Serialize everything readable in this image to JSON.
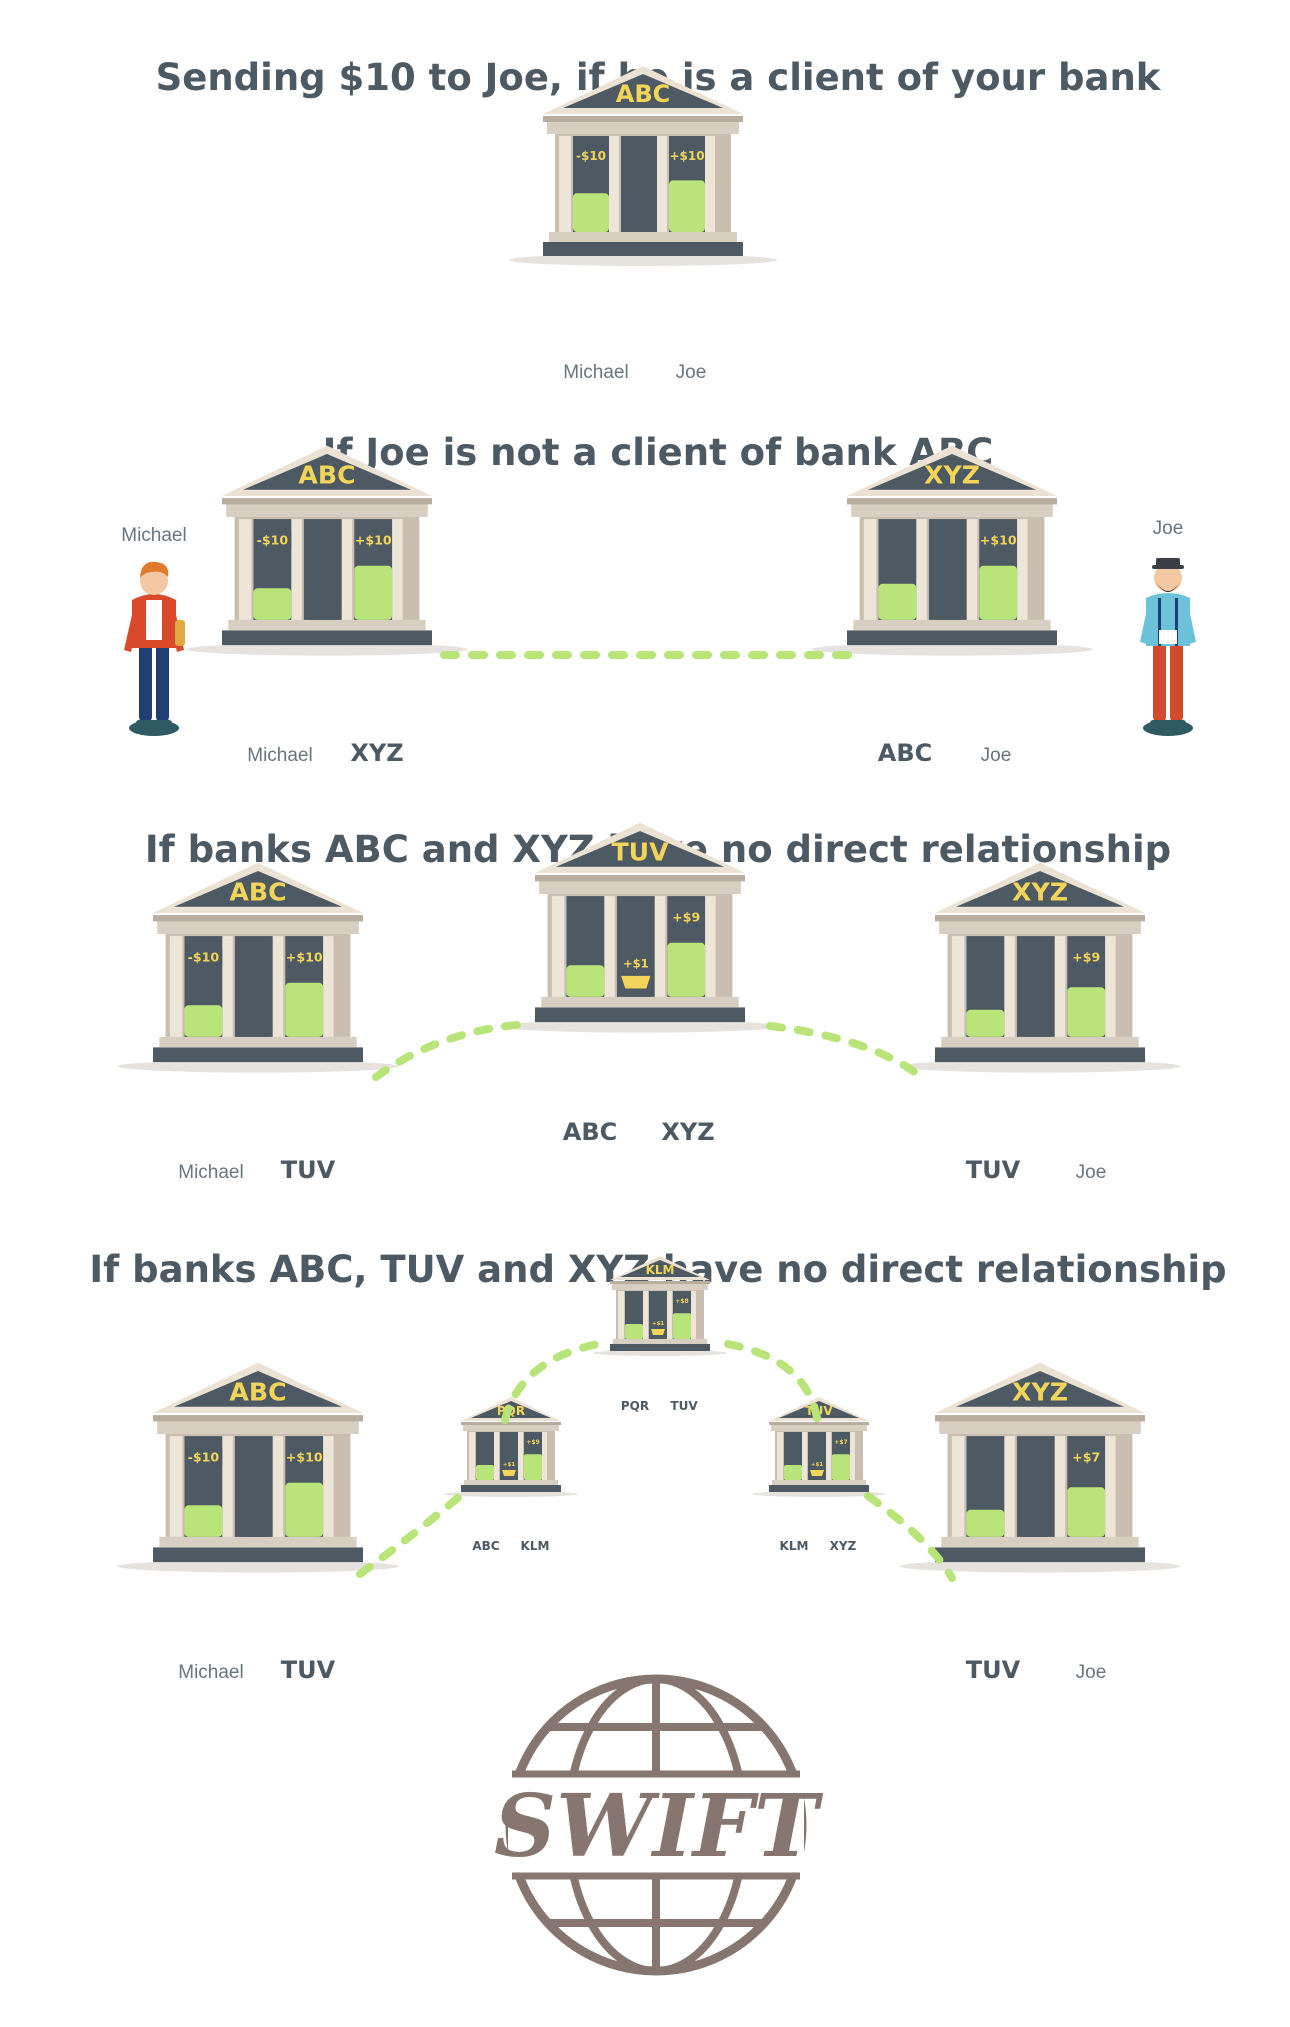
{
  "sections": [
    {
      "title": "Sending $10 to Joe, if he is a client of your bank"
    },
    {
      "title": "If Joe is not a client of bank ABC"
    },
    {
      "title": "If banks ABC and XYZ have no direct relationship"
    },
    {
      "title": "If banks ABC, TUV and XYZ have no direct relationship"
    }
  ],
  "scenario1": {
    "bank": {
      "name": "ABC",
      "left_amount": "-$10",
      "right_amount": "+$10",
      "left_label": "Michael",
      "right_label": "Joe"
    }
  },
  "scenario2": {
    "sender": "Michael",
    "receiver": "Joe",
    "bank_a": {
      "name": "ABC",
      "left_amount": "-$10",
      "right_amount": "+$10",
      "left_label": "Michael",
      "right_label": "XYZ"
    },
    "bank_b": {
      "name": "XYZ",
      "right_amount": "+$10",
      "left_label": "ABC",
      "right_label": "Joe"
    }
  },
  "scenario3": {
    "bank_a": {
      "name": "ABC",
      "left_amount": "-$10",
      "right_amount": "+$10",
      "left_label": "Michael",
      "right_label": "TUV"
    },
    "bank_mid": {
      "name": "TUV",
      "right_amount": "+$9",
      "fee": "+$1",
      "left_label": "ABC",
      "right_label": "XYZ"
    },
    "bank_b": {
      "name": "XYZ",
      "right_amount": "+$9",
      "left_label": "TUV",
      "right_label": "Joe"
    }
  },
  "scenario4": {
    "bank_a": {
      "name": "ABC",
      "left_amount": "-$10",
      "right_amount": "+$10",
      "left_label": "Michael",
      "right_label": "TUV"
    },
    "bank_pqr": {
      "name": "PQR",
      "right_amount": "+$9",
      "fee": "+$1",
      "left_label": "ABC",
      "right_label": "KLM"
    },
    "bank_klm": {
      "name": "KLM",
      "right_amount": "+$8",
      "fee": "+$1",
      "left_label": "PQR",
      "right_label": "TUV"
    },
    "bank_tuv": {
      "name": "TUV",
      "right_amount": "+$7",
      "fee": "+$1",
      "left_label": "KLM",
      "right_label": "XYZ"
    },
    "bank_b": {
      "name": "XYZ",
      "right_amount": "+$7",
      "left_label": "TUV",
      "right_label": "Joe"
    }
  },
  "logo": {
    "text": "SWIFT"
  },
  "colors": {
    "heading": "#4d5963",
    "bank_dark": "#4d5963",
    "bank_tan": "#d8cfc2",
    "bank_roof": "#ebe2d4",
    "green": "#b9e47a",
    "coin": "#f1d45a",
    "link": "#b9e47a",
    "logo": "#86766f"
  }
}
